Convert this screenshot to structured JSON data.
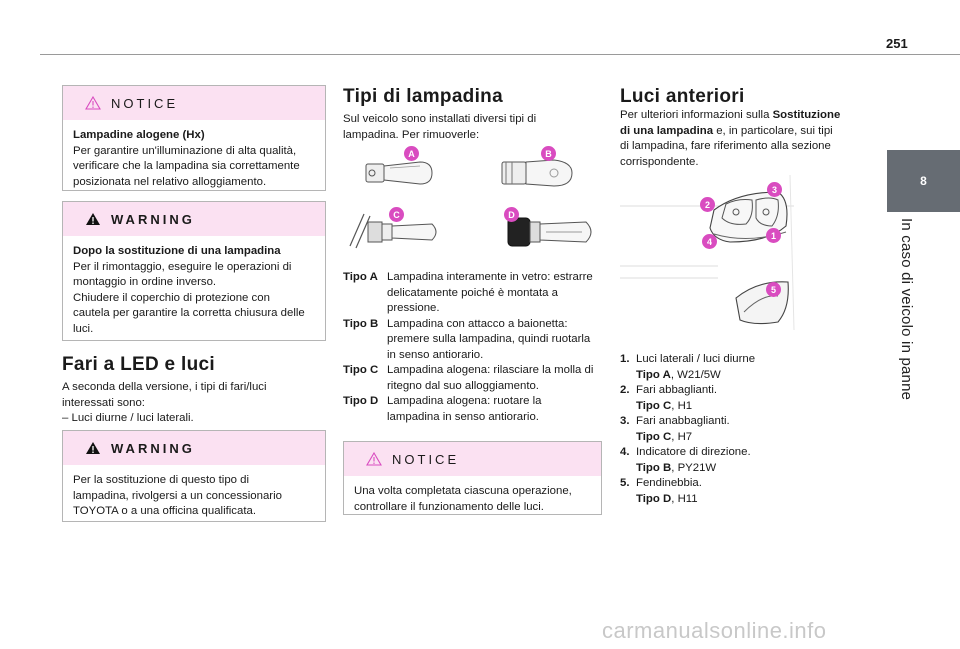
{
  "page_number": "251",
  "side_tab": {
    "number": "8",
    "label": "In caso di veicolo in panne"
  },
  "notice1": {
    "title": "NOTICE",
    "heading": "Lampadine alogene (Hx)",
    "lines": [
      "Per garantire un'illuminazione di alta qualità,",
      "verificare che la lampadina sia correttamente",
      "posizionata nel relativo alloggiamento."
    ]
  },
  "warning1": {
    "title": "WARNING",
    "heading": "Dopo la sostituzione di una lampadina",
    "lines": [
      "Per il rimontaggio, eseguire le operazioni di",
      "montaggio in ordine inverso.",
      "Chiudere il coperchio di protezione con",
      "cautela per garantire la corretta chiusura delle",
      "luci."
    ]
  },
  "section_led": {
    "title": "Fari a LED e luci",
    "lines": [
      "A seconda della versione, i tipi di fari/luci",
      "interessati sono:",
      "– Luci diurne / luci laterali."
    ]
  },
  "warning2": {
    "title": "WARNING",
    "lines": [
      "Per la sostituzione di questo tipo di",
      "lampadina, rivolgersi a un concessionario",
      "TOYOTA o a una officina qualificata."
    ]
  },
  "section_bulbs": {
    "title": "Tipi di lampadina",
    "lines": [
      "Sul veicolo sono installati diversi tipi di",
      "lampadina. Per rimuoverle:"
    ],
    "badges": [
      "A",
      "B",
      "C",
      "D"
    ],
    "types": [
      {
        "term": "Tipo A",
        "lines": [
          "Lampadina interamente in vetro: estrarre",
          "delicatamente poiché è montata a",
          "pressione."
        ]
      },
      {
        "term": "Tipo B",
        "lines": [
          "Lampadina con attacco a baionetta:",
          "premere sulla lampadina, quindi ruotarla",
          "in senso antiorario."
        ]
      },
      {
        "term": "Tipo C",
        "lines": [
          "Lampadina alogena: rilasciare la molla di",
          "ritegno dal suo alloggiamento."
        ]
      },
      {
        "term": "Tipo D",
        "lines": [
          "Lampadina alogena: ruotare la",
          "lampadina in senso antiorario."
        ]
      }
    ]
  },
  "notice2": {
    "title": "NOTICE",
    "lines": [
      "Una volta completata ciascuna operazione,",
      "controllare il funzionamento delle luci."
    ]
  },
  "section_front": {
    "title": "Luci anteriori",
    "l1_pre": "Per ulteriori informazioni sulla ",
    "l1_bold": "Sostituzione",
    "l2_bold": "di una lampadina",
    "l2_post": " e, in particolare, sui tipi",
    "l3": "di lampadina, fare riferimento alla sezione",
    "l4": "corrispondente.",
    "badges": [
      "1",
      "2",
      "3",
      "4",
      "5"
    ],
    "items": [
      {
        "num": "1.",
        "text": "Luci laterali / luci diurne",
        "type": "Tipo A",
        "spec": ", W21/5W"
      },
      {
        "num": "2.",
        "text": "Fari abbaglianti.",
        "type": "Tipo C",
        "spec": ", H1"
      },
      {
        "num": "3.",
        "text": "Fari anabbaglianti.",
        "type": "Tipo C",
        "spec": ", H7"
      },
      {
        "num": "4.",
        "text": "Indicatore di direzione.",
        "type": "Tipo B",
        "spec": ", PY21W"
      },
      {
        "num": "5.",
        "text": "Fendinebbia.",
        "type": "Tipo D",
        "spec": ", H11"
      }
    ]
  },
  "watermark": "carmanualsonline.info",
  "colors": {
    "accent": "#d94cc0",
    "box_header": "#fbe1f2",
    "side_tab": "#666c73"
  },
  "icons": [
    "warning-outline-icon",
    "warning-filled-icon"
  ]
}
